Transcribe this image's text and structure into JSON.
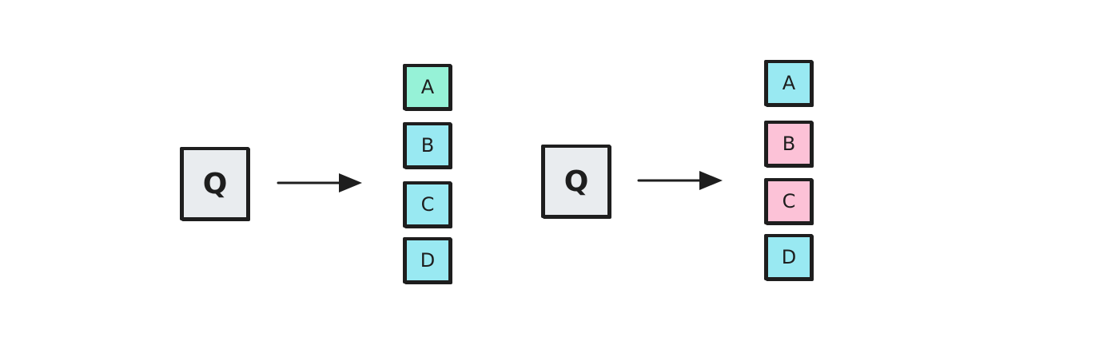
{
  "colors": {
    "stroke": "#1e1e1e",
    "query_fill": "#e9ecef",
    "relevant": "#96f2d7",
    "neutral": "#99e9f2",
    "irrelevant": "#fcc2d7"
  },
  "left": {
    "query": "Q",
    "docs": [
      {
        "label": "A",
        "color": "mint"
      },
      {
        "label": "B",
        "color": "cyan"
      },
      {
        "label": "C",
        "color": "cyan"
      },
      {
        "label": "D",
        "color": "cyan"
      }
    ]
  },
  "right": {
    "query": "Q",
    "docs": [
      {
        "label": "A",
        "color": "cyan"
      },
      {
        "label": "B",
        "color": "pink"
      },
      {
        "label": "C",
        "color": "pink"
      },
      {
        "label": "D",
        "color": "cyan"
      }
    ]
  }
}
